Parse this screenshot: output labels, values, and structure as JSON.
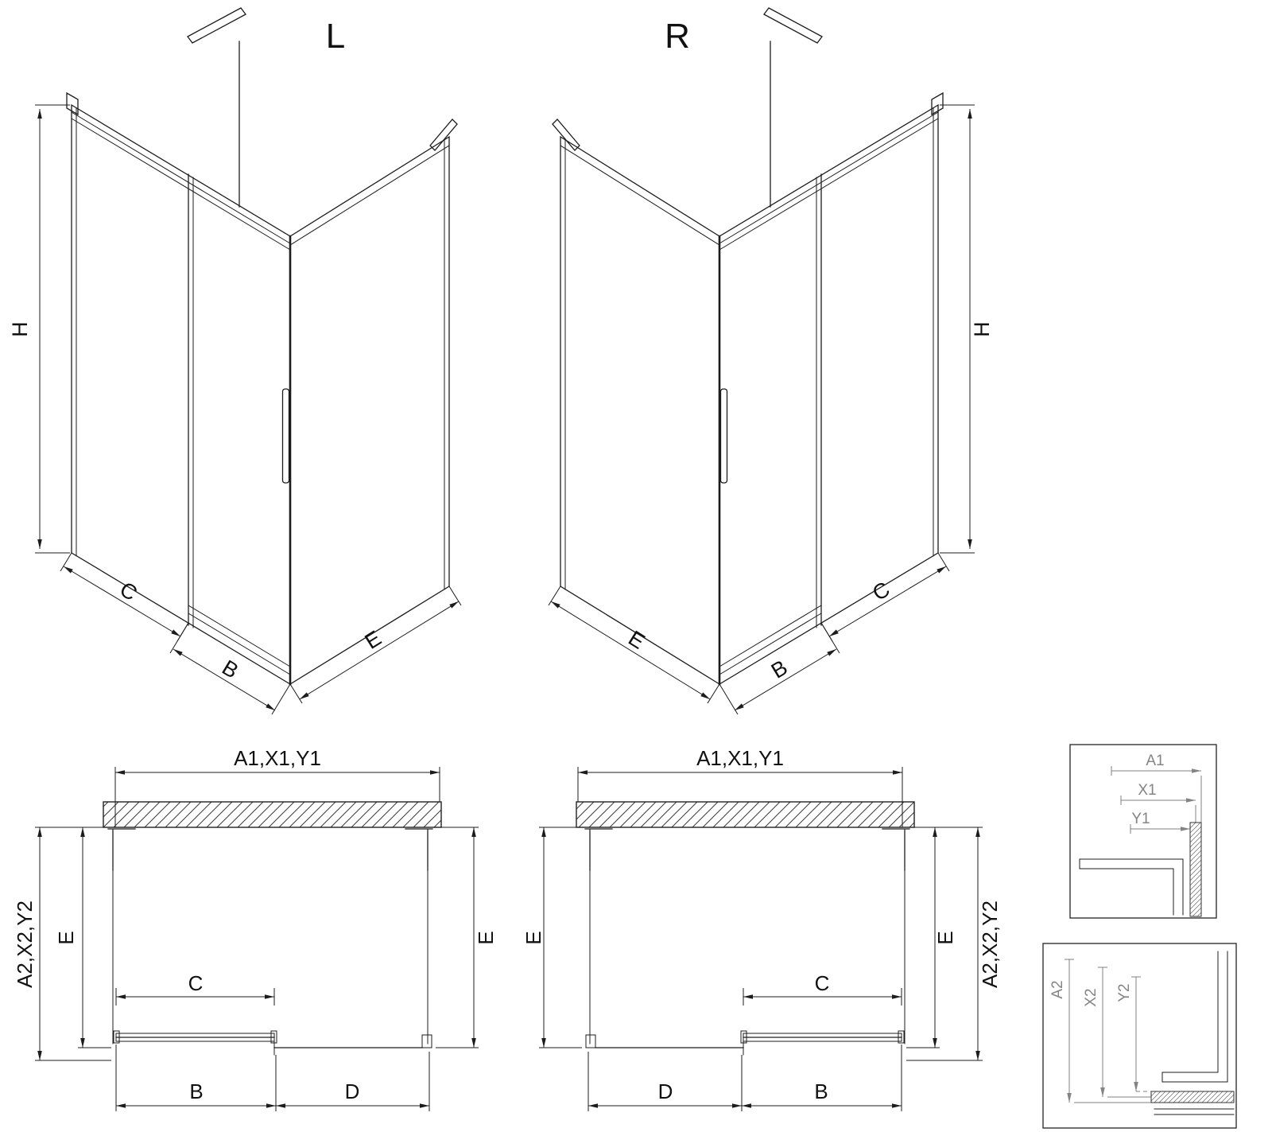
{
  "views": {
    "iso_left": {
      "title": "L",
      "dim_h": "H",
      "dim_c": "C",
      "dim_b": "B",
      "dim_e": "E"
    },
    "iso_right": {
      "title": "R",
      "dim_h": "H",
      "dim_c": "C",
      "dim_b": "B",
      "dim_e": "E"
    },
    "plan_left": {
      "dim_width": "A1,X1,Y1",
      "dim_depth": "A2,X2,Y2",
      "dim_e_left": "E",
      "dim_e_right": "E",
      "dim_c": "C",
      "dim_b": "B",
      "dim_d": "D"
    },
    "plan_right": {
      "dim_width": "A1,X1,Y1",
      "dim_depth": "A2,X2,Y2",
      "dim_e_left": "E",
      "dim_e_right": "E",
      "dim_c": "C",
      "dim_b": "B",
      "dim_d": "D"
    },
    "detail_width": {
      "dim_a1": "A1",
      "dim_x1": "X1",
      "dim_y1": "Y1"
    },
    "detail_depth": {
      "dim_a2": "A2",
      "dim_x2": "X2",
      "dim_y2": "Y2"
    }
  },
  "colors": {
    "line": "#1c1c1c",
    "detail_gray": "#808080",
    "background": "#ffffff"
  }
}
